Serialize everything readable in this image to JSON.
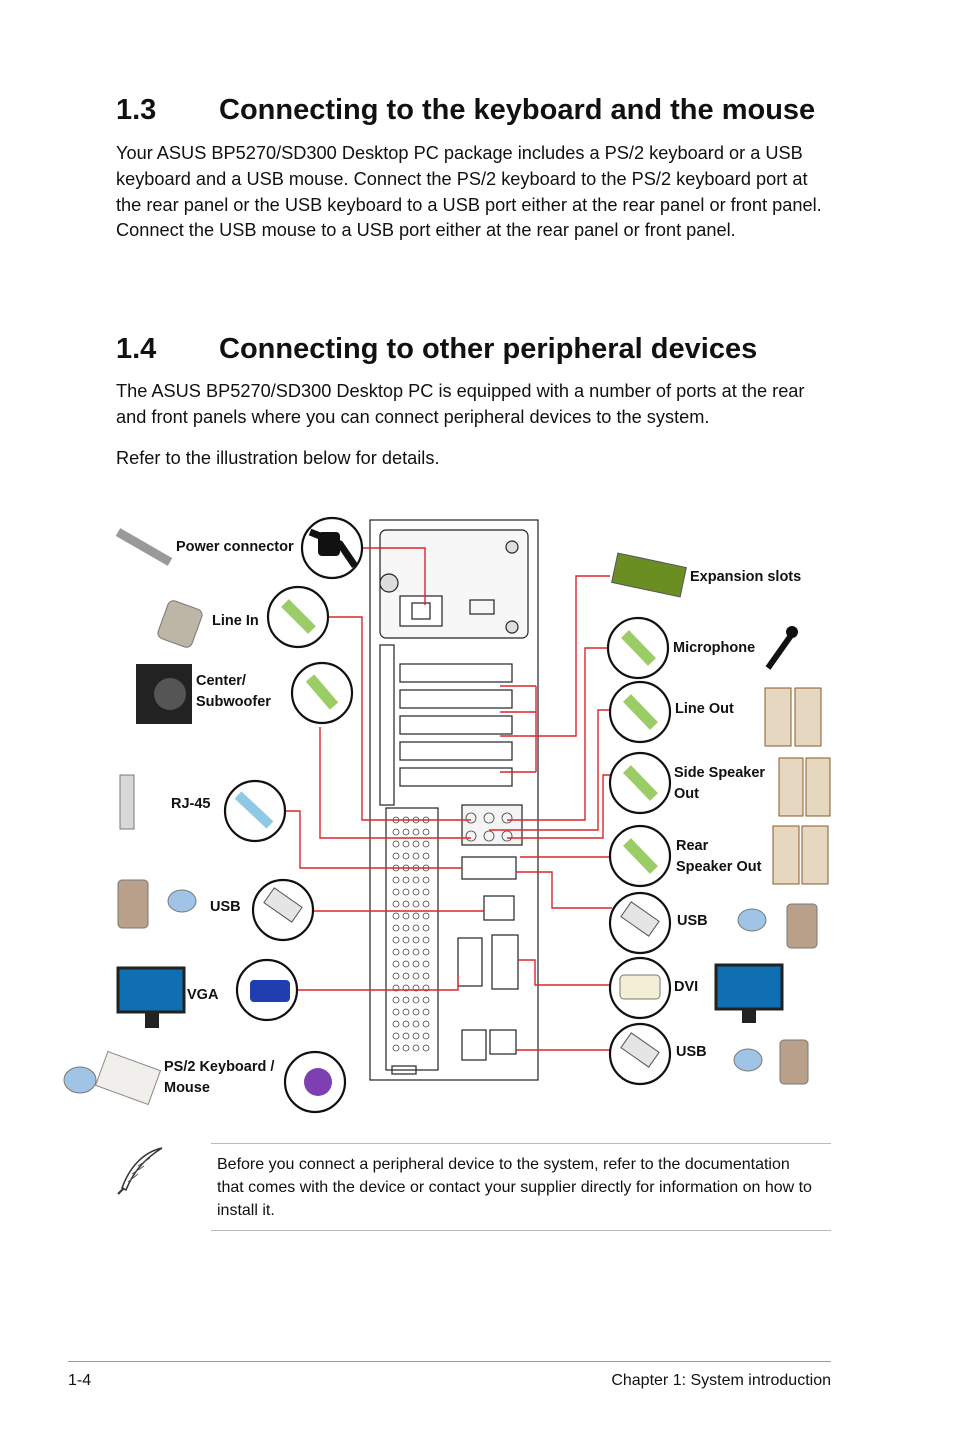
{
  "section_13": {
    "number": "1.3",
    "title": "Connecting to the keyboard and the mouse",
    "body": "Your ASUS BP5270/SD300 Desktop PC package includes a PS/2 keyboard or a USB keyboard and a USB mouse. Connect the PS/2 keyboard to the PS/2 keyboard port at the rear panel or the USB keyboard to a USB port either at the rear panel or front panel. Connect the USB mouse to a USB port either at the rear panel or front panel."
  },
  "section_14": {
    "number": "1.4",
    "title": "Connecting to other peripheral devices",
    "body1": "The ASUS BP5270/SD300 Desktop PC is equipped with a number of ports at the rear and front panels where you can connect peripheral devices to the system.",
    "body2": "Refer to the illustration below for details."
  },
  "diagram": {
    "labels": {
      "power_connector": "Power connector",
      "line_in": "Line In",
      "center_sub_1": "Center/",
      "center_sub_2": "Subwoofer",
      "rj45": "RJ-45",
      "usb_left": "USB",
      "vga": "VGA",
      "ps2_1": "PS/2 Keyboard /",
      "ps2_2": "Mouse",
      "expansion_slots": "Expansion slots",
      "microphone": "Microphone",
      "line_out": "Line Out",
      "side_speaker_1": "Side Speaker",
      "side_speaker_2": "Out",
      "rear_speaker_1": "Rear",
      "rear_speaker_2": "Speaker Out",
      "usb_right_1": "USB",
      "dvi": "DVI",
      "usb_right_2": "USB"
    },
    "colors": {
      "leader_line": "#d9262c",
      "audio_green": "#9ccc65",
      "vga_blue": "#1f3fb0",
      "ps2_purple": "#7e3fb0"
    }
  },
  "note": {
    "icon": "quill-pen-icon",
    "text": "Before you connect a peripheral device to the system, refer to the documentation that comes with the device or contact your supplier directly for information on how to install it."
  },
  "footer": {
    "page_number": "1-4",
    "chapter": "Chapter 1: System introduction"
  }
}
